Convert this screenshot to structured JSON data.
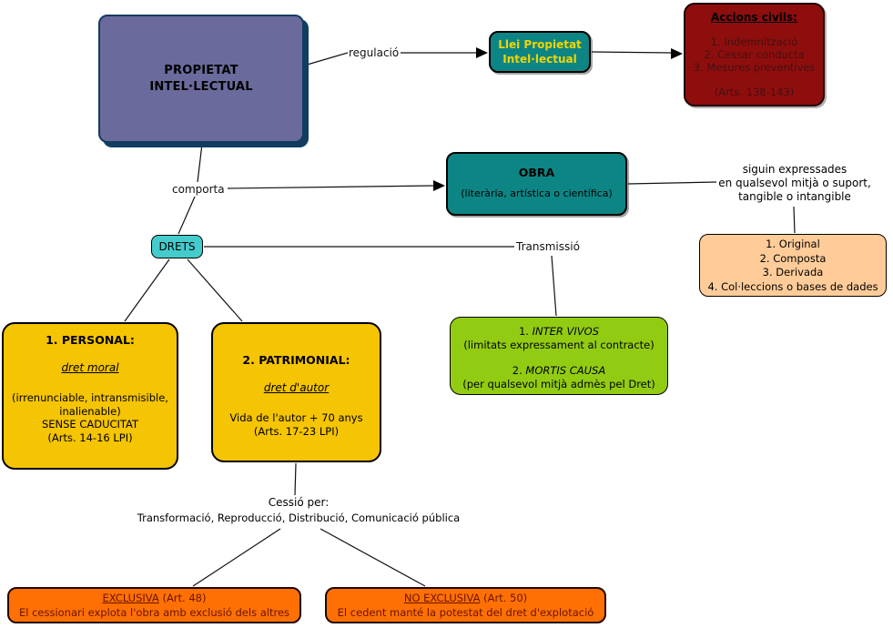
{
  "colors": {
    "main_fill": "#6A6A9C",
    "main_border": "#163A5E",
    "teal_fill": "#0D8585",
    "llei_text": "#EFD502",
    "dark_red_fill": "#8E0E0E",
    "turquoise_fill": "#44CBCB",
    "peach_fill": "#FFCC99",
    "green_fill": "#92CC12",
    "yellow_fill": "#F5C402",
    "orange_fill": "#FF7004",
    "orange_text": "#6B1300"
  },
  "edges": {
    "regulacio": "regulació",
    "comporta": "comporta",
    "transmissio": "Transmissió"
  },
  "nodes": {
    "main": {
      "line1": "PROPIETAT",
      "line2": "INTEL·LECTUAL"
    },
    "llei": {
      "line1": "Llei Propietat",
      "line2": "Intel·lectual"
    },
    "accions": {
      "title": "Accions civils:",
      "items": [
        "1. Indemnització",
        "2. Cessar conducta",
        "3. Mesures preventives"
      ],
      "ref": "(Arts. 138-143)"
    },
    "obra": {
      "title": "OBRA",
      "subtitle": "(literària, artística o científica)"
    },
    "expressades": {
      "line1": "siguin expressades",
      "line2": "en qualsevol mitjà o suport,",
      "line3": "tangible o intangible"
    },
    "tipus_obra": {
      "items": [
        "1. Original",
        "2. Composta",
        "3. Derivada",
        "4. Col·leccions o bases de dades"
      ]
    },
    "drets": {
      "label": "DRETS"
    },
    "personal": {
      "title": "1. PERSONAL:",
      "subtitle": "dret moral",
      "body1": "(irrenunciable, intransmisible,",
      "body2": "inalienable)",
      "body3": "SENSE CADUCITAT",
      "body4": "(Arts. 14-16 LPI)"
    },
    "patrimonial": {
      "title": "2. PATRIMONIAL:",
      "subtitle": "dret d'autor",
      "body1": "Vida de l'autor + 70 anys",
      "body2": "(Arts. 17-23 LPI)"
    },
    "transmissio_tipus": {
      "item1_num": "1.",
      "item1_name": "INTER VIVOS",
      "item1_note": "(limitats expressament al contracte)",
      "item2_num": "2.",
      "item2_name": "MORTIS CAUSA",
      "item2_note": "(per qualsevol mitjà admès pel Dret)"
    },
    "cessio": {
      "line1": "Cessió per:",
      "line2": "Transformació, Reproducció, Distribució, Comunicació pública"
    },
    "exclusiva": {
      "title": "EXCLUSIVA",
      "suffix": " (Art. 48)",
      "desc": "El cessionari explota l'obra amb exclusió dels altres"
    },
    "no_exclusiva": {
      "title": "NO EXCLUSIVA",
      "suffix": " (Art. 50)",
      "desc": "El cedent manté la potestat del dret d'explotació"
    }
  }
}
